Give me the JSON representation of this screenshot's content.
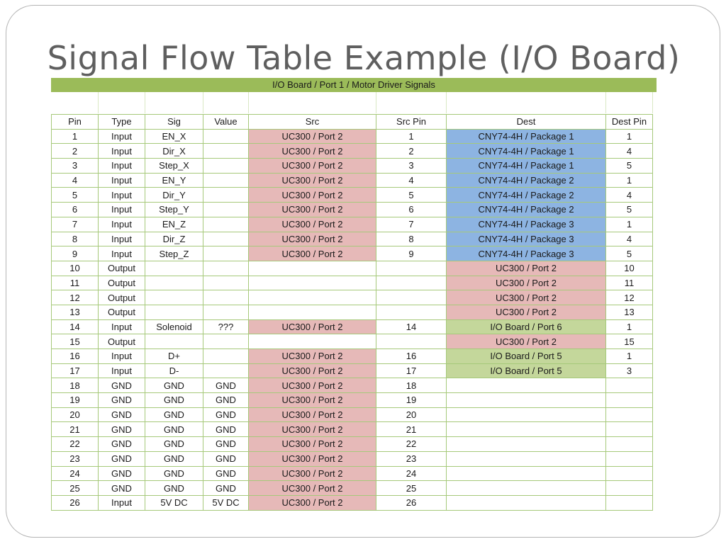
{
  "slide": {
    "title": "Signal Flow Table Example (I/O Board)"
  },
  "table": {
    "banner": "I/O Board / Port 1 / Motor Driver Signals",
    "headers": [
      "Pin",
      "Type",
      "Sig",
      "Value",
      "Src",
      "Src Pin",
      "Dest",
      "Dest Pin"
    ],
    "colors": {
      "src_fill": "#e6b9b8",
      "dest_package": "#8db4e2",
      "dest_io": "#c4d79b",
      "banner": "#9bbb59",
      "grid": "#a6c97a"
    },
    "rows": [
      {
        "pin": "1",
        "type": "Input",
        "sig": "EN_X",
        "value": "",
        "src": "UC300 / Port 2",
        "src_pin": "1",
        "dest": "CNY74-4H / Package 1",
        "dest_pin": "1",
        "src_fill": "pink",
        "dest_fill": "blue"
      },
      {
        "pin": "2",
        "type": "Input",
        "sig": "Dir_X",
        "value": "",
        "src": "UC300 / Port 2",
        "src_pin": "2",
        "dest": "CNY74-4H / Package 1",
        "dest_pin": "4",
        "src_fill": "pink",
        "dest_fill": "blue"
      },
      {
        "pin": "3",
        "type": "Input",
        "sig": "Step_X",
        "value": "",
        "src": "UC300 / Port 2",
        "src_pin": "3",
        "dest": "CNY74-4H / Package 1",
        "dest_pin": "5",
        "src_fill": "pink",
        "dest_fill": "blue"
      },
      {
        "pin": "4",
        "type": "Input",
        "sig": "EN_Y",
        "value": "",
        "src": "UC300 / Port 2",
        "src_pin": "4",
        "dest": "CNY74-4H / Package 2",
        "dest_pin": "1",
        "src_fill": "pink",
        "dest_fill": "blue"
      },
      {
        "pin": "5",
        "type": "Input",
        "sig": "Dir_Y",
        "value": "",
        "src": "UC300 / Port 2",
        "src_pin": "5",
        "dest": "CNY74-4H / Package 2",
        "dest_pin": "4",
        "src_fill": "pink",
        "dest_fill": "blue"
      },
      {
        "pin": "6",
        "type": "Input",
        "sig": "Step_Y",
        "value": "",
        "src": "UC300 / Port 2",
        "src_pin": "6",
        "dest": "CNY74-4H / Package 2",
        "dest_pin": "5",
        "src_fill": "pink",
        "dest_fill": "blue"
      },
      {
        "pin": "7",
        "type": "Input",
        "sig": "EN_Z",
        "value": "",
        "src": "UC300 / Port 2",
        "src_pin": "7",
        "dest": "CNY74-4H / Package 3",
        "dest_pin": "1",
        "src_fill": "pink",
        "dest_fill": "blue"
      },
      {
        "pin": "8",
        "type": "Input",
        "sig": "Dir_Z",
        "value": "",
        "src": "UC300 / Port 2",
        "src_pin": "8",
        "dest": "CNY74-4H / Package 3",
        "dest_pin": "4",
        "src_fill": "pink",
        "dest_fill": "blue"
      },
      {
        "pin": "9",
        "type": "Input",
        "sig": "Step_Z",
        "value": "",
        "src": "UC300 / Port 2",
        "src_pin": "9",
        "dest": "CNY74-4H / Package 3",
        "dest_pin": "5",
        "src_fill": "pink",
        "dest_fill": "blue"
      },
      {
        "pin": "10",
        "type": "Output",
        "sig": "",
        "value": "",
        "src": "",
        "src_pin": "",
        "dest": "UC300 / Port 2",
        "dest_pin": "10",
        "src_fill": "",
        "dest_fill": "pink"
      },
      {
        "pin": "11",
        "type": "Output",
        "sig": "",
        "value": "",
        "src": "",
        "src_pin": "",
        "dest": "UC300 / Port 2",
        "dest_pin": "11",
        "src_fill": "",
        "dest_fill": "pink"
      },
      {
        "pin": "12",
        "type": "Output",
        "sig": "",
        "value": "",
        "src": "",
        "src_pin": "",
        "dest": "UC300 / Port 2",
        "dest_pin": "12",
        "src_fill": "",
        "dest_fill": "pink"
      },
      {
        "pin": "13",
        "type": "Output",
        "sig": "",
        "value": "",
        "src": "",
        "src_pin": "",
        "dest": "UC300 / Port 2",
        "dest_pin": "13",
        "src_fill": "",
        "dest_fill": "pink"
      },
      {
        "pin": "14",
        "type": "Input",
        "sig": "Solenoid",
        "value": "???",
        "src": "UC300 / Port 2",
        "src_pin": "14",
        "dest": "I/O Board / Port 6",
        "dest_pin": "1",
        "src_fill": "pink",
        "dest_fill": "green"
      },
      {
        "pin": "15",
        "type": "Output",
        "sig": "",
        "value": "",
        "src": "",
        "src_pin": "",
        "dest": "UC300 / Port 2",
        "dest_pin": "15",
        "src_fill": "",
        "dest_fill": "pink"
      },
      {
        "pin": "16",
        "type": "Input",
        "sig": "D+",
        "value": "",
        "src": "UC300 / Port 2",
        "src_pin": "16",
        "dest": "I/O Board / Port 5",
        "dest_pin": "1",
        "src_fill": "pink",
        "dest_fill": "green"
      },
      {
        "pin": "17",
        "type": "Input",
        "sig": "D-",
        "value": "",
        "src": "UC300 / Port 2",
        "src_pin": "17",
        "dest": "I/O Board / Port 5",
        "dest_pin": "3",
        "src_fill": "pink",
        "dest_fill": "green"
      },
      {
        "pin": "18",
        "type": "GND",
        "sig": "GND",
        "value": "GND",
        "src": "UC300 / Port 2",
        "src_pin": "18",
        "dest": "",
        "dest_pin": "",
        "src_fill": "pink",
        "dest_fill": ""
      },
      {
        "pin": "19",
        "type": "GND",
        "sig": "GND",
        "value": "GND",
        "src": "UC300 / Port 2",
        "src_pin": "19",
        "dest": "",
        "dest_pin": "",
        "src_fill": "pink",
        "dest_fill": ""
      },
      {
        "pin": "20",
        "type": "GND",
        "sig": "GND",
        "value": "GND",
        "src": "UC300 / Port 2",
        "src_pin": "20",
        "dest": "",
        "dest_pin": "",
        "src_fill": "pink",
        "dest_fill": ""
      },
      {
        "pin": "21",
        "type": "GND",
        "sig": "GND",
        "value": "GND",
        "src": "UC300 / Port 2",
        "src_pin": "21",
        "dest": "",
        "dest_pin": "",
        "src_fill": "pink",
        "dest_fill": ""
      },
      {
        "pin": "22",
        "type": "GND",
        "sig": "GND",
        "value": "GND",
        "src": "UC300 / Port 2",
        "src_pin": "22",
        "dest": "",
        "dest_pin": "",
        "src_fill": "pink",
        "dest_fill": ""
      },
      {
        "pin": "23",
        "type": "GND",
        "sig": "GND",
        "value": "GND",
        "src": "UC300 / Port 2",
        "src_pin": "23",
        "dest": "",
        "dest_pin": "",
        "src_fill": "pink",
        "dest_fill": ""
      },
      {
        "pin": "24",
        "type": "GND",
        "sig": "GND",
        "value": "GND",
        "src": "UC300 / Port 2",
        "src_pin": "24",
        "dest": "",
        "dest_pin": "",
        "src_fill": "pink",
        "dest_fill": ""
      },
      {
        "pin": "25",
        "type": "GND",
        "sig": "GND",
        "value": "GND",
        "src": "UC300 / Port 2",
        "src_pin": "25",
        "dest": "",
        "dest_pin": "",
        "src_fill": "pink",
        "dest_fill": ""
      },
      {
        "pin": "26",
        "type": "Input",
        "sig": "5V DC",
        "value": "5V DC",
        "src": "UC300 / Port 2",
        "src_pin": "26",
        "dest": "",
        "dest_pin": "",
        "src_fill": "pink",
        "dest_fill": ""
      }
    ]
  }
}
